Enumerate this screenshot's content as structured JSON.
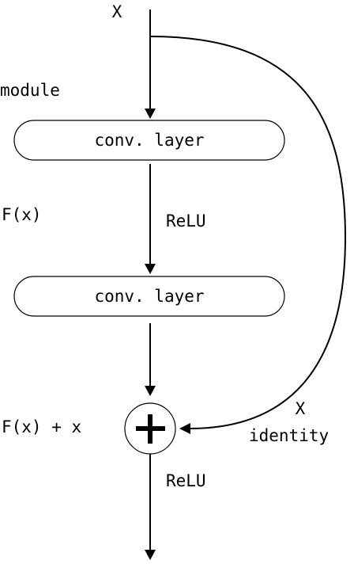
{
  "input_label": "X",
  "module_label": "module",
  "conv_layer_1": "conv. layer",
  "fx_label": "F(x)",
  "relu_1": "ReLU",
  "conv_layer_2": "conv. layer",
  "sum_label": "F(x) + x",
  "skip_x_label": "X",
  "identity_label": "identity",
  "relu_2": "ReLU"
}
